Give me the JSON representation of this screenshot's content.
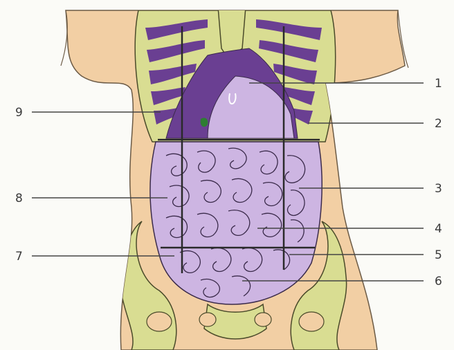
{
  "diagram": {
    "labels": {
      "left": [
        "9",
        "8",
        "7"
      ],
      "right": [
        "1",
        "2",
        "3",
        "4",
        "5",
        "6"
      ]
    },
    "colors": {
      "skin": "#f2cfa4",
      "bone": "#d9dd92",
      "bone_outline": "#4a4a2a",
      "organ_dark": "#6a3f92",
      "organ_light": "#cdb5e2",
      "organ_mid": "#b79ad6",
      "grid_line": "#2a2a2a",
      "leader_line": "#444444",
      "background": "#fbfbf7"
    }
  }
}
